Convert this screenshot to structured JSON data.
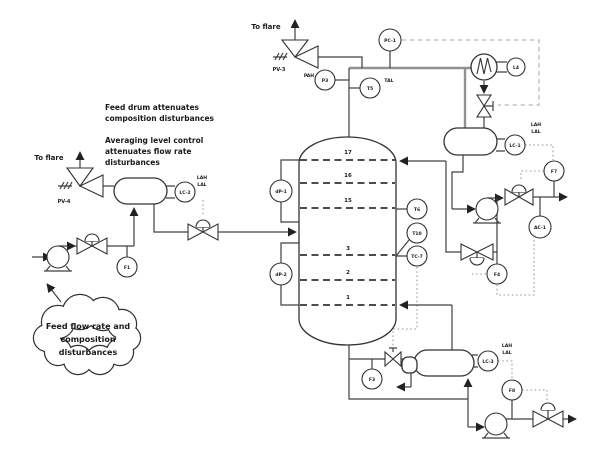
{
  "annotations": {
    "feed_drum_note": [
      "Feed drum attenuates",
      "composition disturbances"
    ],
    "level_note": [
      "Averaging level control",
      "attenuates flow rate",
      "disturbances"
    ],
    "cloud_note": [
      "Feed flow rate and",
      "composition",
      "disturbances"
    ],
    "to_flare_top": "To flare",
    "to_flare_left": "To flare"
  },
  "instruments": {
    "pc1": "PC-1",
    "p3": "P3",
    "t5": "T5",
    "l4": "L4",
    "lc1": "LC-1",
    "f7": "F7",
    "ac1": "AC-1",
    "f4": "F4",
    "lc2": "LC-2",
    "f1": "F1",
    "dp1": "dP-1",
    "dp2": "dP-2",
    "t6": "T6",
    "t10": "T10",
    "tc7": "TC-7",
    "f3": "F3",
    "lc3": "LC-3",
    "f8": "F8"
  },
  "alarms": {
    "pah": "PAH",
    "tal": "TAL",
    "lah": "LAH",
    "lal": "LAL"
  },
  "valve_labels": {
    "pv3": "PV-3",
    "pv4": "PV-4"
  },
  "tray_numbers": [
    "17",
    "16",
    "15",
    "3",
    "2",
    "1"
  ],
  "colors": {
    "process_line": "#404040",
    "vapor_line": "#919191",
    "signal_line": "#9a9a9a",
    "text": "#1a1a1a",
    "background": "#ffffff"
  }
}
